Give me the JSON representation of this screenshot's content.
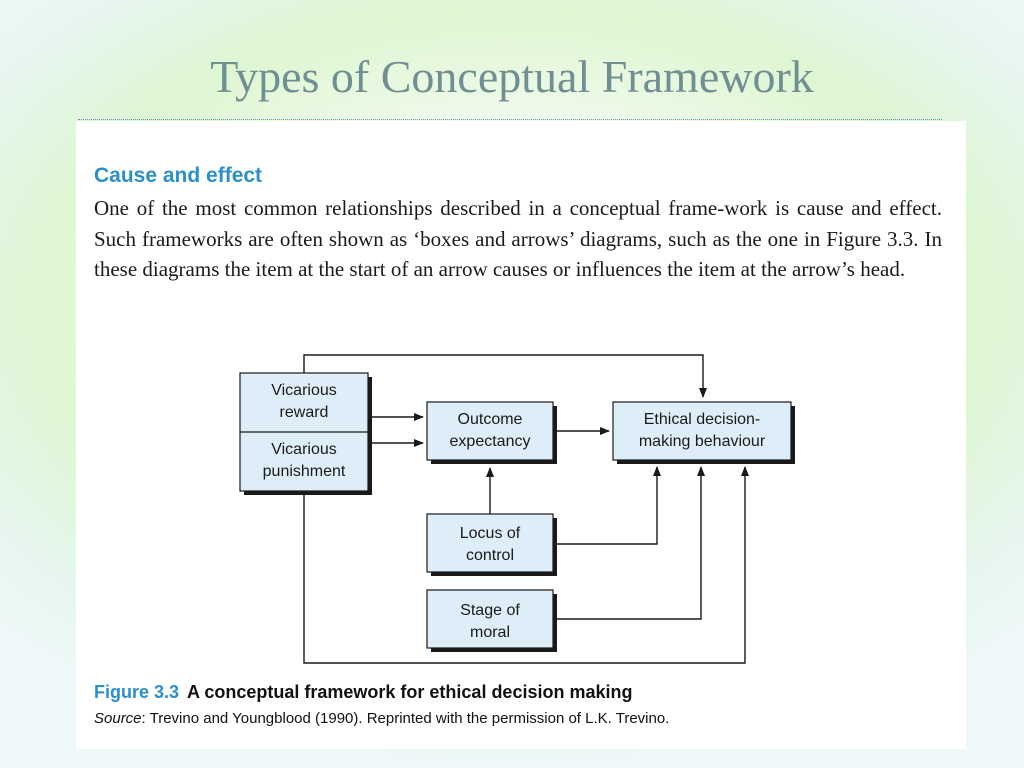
{
  "slide": {
    "title": "Types of Conceptual Framework"
  },
  "section": {
    "heading": "Cause and effect",
    "body": "One of the most common relationships described in a conceptual frame-work is cause and effect. Such frameworks are often shown as ‘boxes and arrows’ diagrams, such as the one in Figure 3.3. In these diagrams the item at the start of an arrow causes or influences the item at the arrow’s head."
  },
  "diagram": {
    "nodes": {
      "vicarious_reward": [
        "Vicarious",
        "reward"
      ],
      "vicarious_punishment": [
        "Vicarious",
        "punishment"
      ],
      "outcome_expectancy": [
        "Outcome",
        "expectancy"
      ],
      "ethical_behaviour": [
        "Ethical decision-",
        "making behaviour"
      ],
      "locus_of_control": [
        "Locus of",
        "control"
      ],
      "stage_of_moral": [
        "Stage of",
        "moral"
      ]
    },
    "colors": {
      "box_fill": "#ddeef8",
      "box_border": "#1a1a1a",
      "box_shadow": "#1a1a1a",
      "arrow": "#1a1a1a"
    }
  },
  "figure": {
    "number": "Figure 3.3",
    "caption": "A conceptual framework for ethical decision making",
    "source_label": "Source",
    "source_text": ": Trevino and Youngblood (1990). Reprinted with the permission of L.K. Trevino."
  }
}
